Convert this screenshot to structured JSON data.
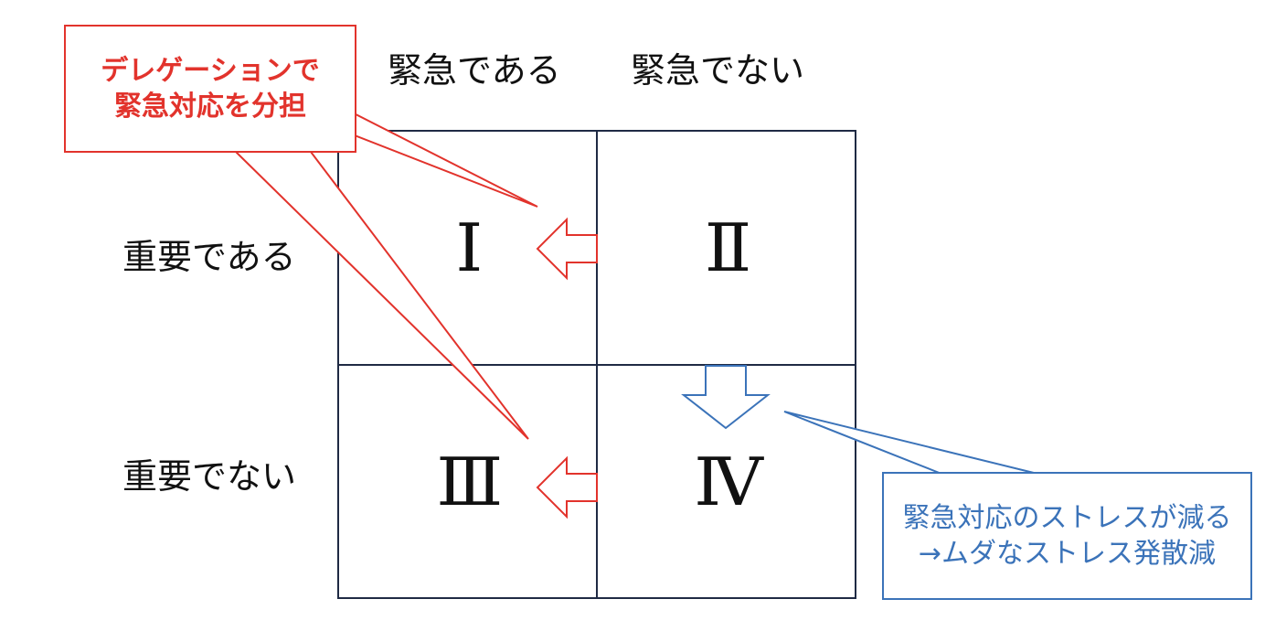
{
  "columns": {
    "urgent": "緊急である",
    "not_urgent": "緊急でない"
  },
  "rows": {
    "important": "重要である",
    "not_important": "重要でない"
  },
  "quadrants": {
    "q1": "Ⅰ",
    "q2": "Ⅱ",
    "q3": "Ⅲ",
    "q4": "Ⅳ"
  },
  "callouts": {
    "delegation": {
      "line1": "デレゲーションで",
      "line2": "緊急対応を分担"
    },
    "stress": {
      "line1": "緊急対応のストレスが減る",
      "line2": "→ムダなストレス発散減"
    }
  },
  "colors": {
    "red_accent": "#e2332c",
    "blue_accent": "#3b73b9",
    "grid_border": "#1f2a44"
  }
}
